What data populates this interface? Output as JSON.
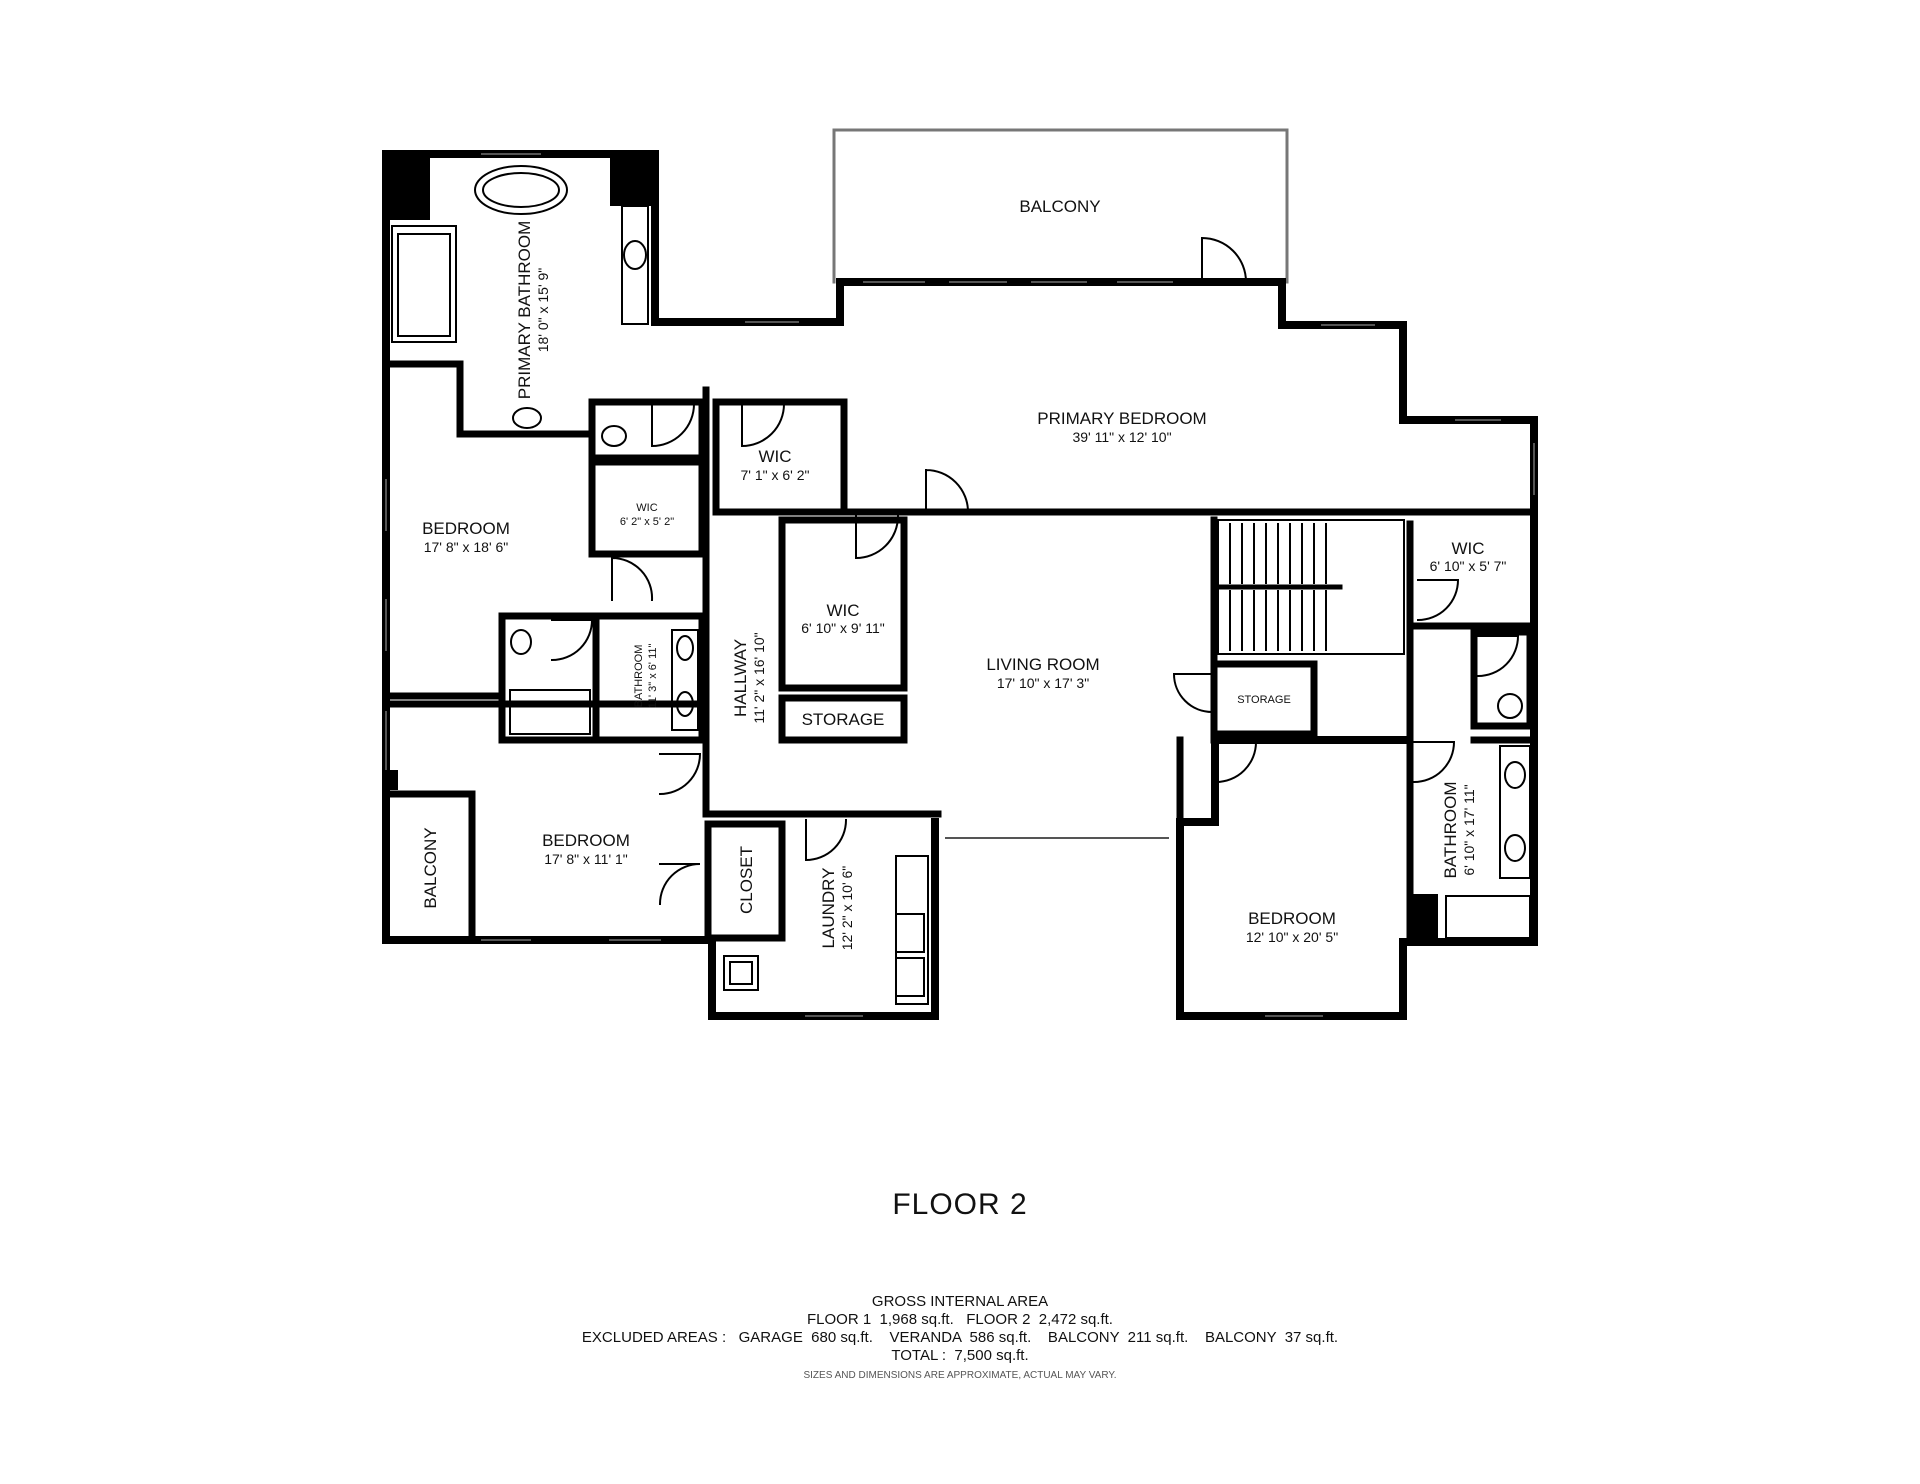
{
  "floor_title": "FLOOR 2",
  "rooms": {
    "balcony_top": {
      "name": "BALCONY"
    },
    "primary_bathroom": {
      "name": "PRIMARY BATHROOM",
      "dims": "18' 0\" x 15' 9\""
    },
    "primary_bedroom": {
      "name": "PRIMARY BEDROOM",
      "dims": "39' 11\" x 12' 10\""
    },
    "wic_1": {
      "name": "WIC",
      "dims": "7' 1\" x 6' 2\""
    },
    "wic_small": {
      "name": "WIC",
      "dims": "6' 2\" x 5' 2\""
    },
    "bedroom_1": {
      "name": "BEDROOM",
      "dims": "17' 8\" x 18' 6\""
    },
    "bathroom_1": {
      "name": "BATHROOM",
      "dims": "11' 3\" x 6' 11\""
    },
    "hallway": {
      "name": "HALLWAY",
      "dims": "11' 2\" x 16' 10\""
    },
    "wic_2": {
      "name": "WIC",
      "dims": "6' 10\" x 9' 11\""
    },
    "storage_1": {
      "name": "STORAGE"
    },
    "living_room": {
      "name": "LIVING ROOM",
      "dims": "17' 10\" x 17' 3\""
    },
    "storage_2": {
      "name": "STORAGE"
    },
    "wic_3": {
      "name": "WIC",
      "dims": "6' 10\" x 5' 7\""
    },
    "bathroom_2": {
      "name": "BATHROOM",
      "dims": "6' 10\" x 17' 11\""
    },
    "bedroom_2": {
      "name": "BEDROOM",
      "dims": "17' 8\" x 11' 1\""
    },
    "balcony_side": {
      "name": "BALCONY"
    },
    "closet": {
      "name": "CLOSET"
    },
    "laundry": {
      "name": "LAUNDRY",
      "dims": "12' 2\" x 10' 6\""
    },
    "bedroom_3": {
      "name": "BEDROOM",
      "dims": "12' 10\" x 20' 5\""
    }
  },
  "summary": {
    "heading": "GROSS INTERNAL AREA",
    "line1": "FLOOR 1  1,968 sq.ft.   FLOOR 2  2,472 sq.ft.",
    "line2": "EXCLUDED AREAS :   GARAGE  680 sq.ft.    VERANDA  586 sq.ft.    BALCONY  211 sq.ft.    BALCONY  37 sq.ft.",
    "line3": "TOTAL :  7,500 sq.ft.",
    "disclaimer": "SIZES AND DIMENSIONS ARE APPROXIMATE, ACTUAL MAY VARY."
  }
}
